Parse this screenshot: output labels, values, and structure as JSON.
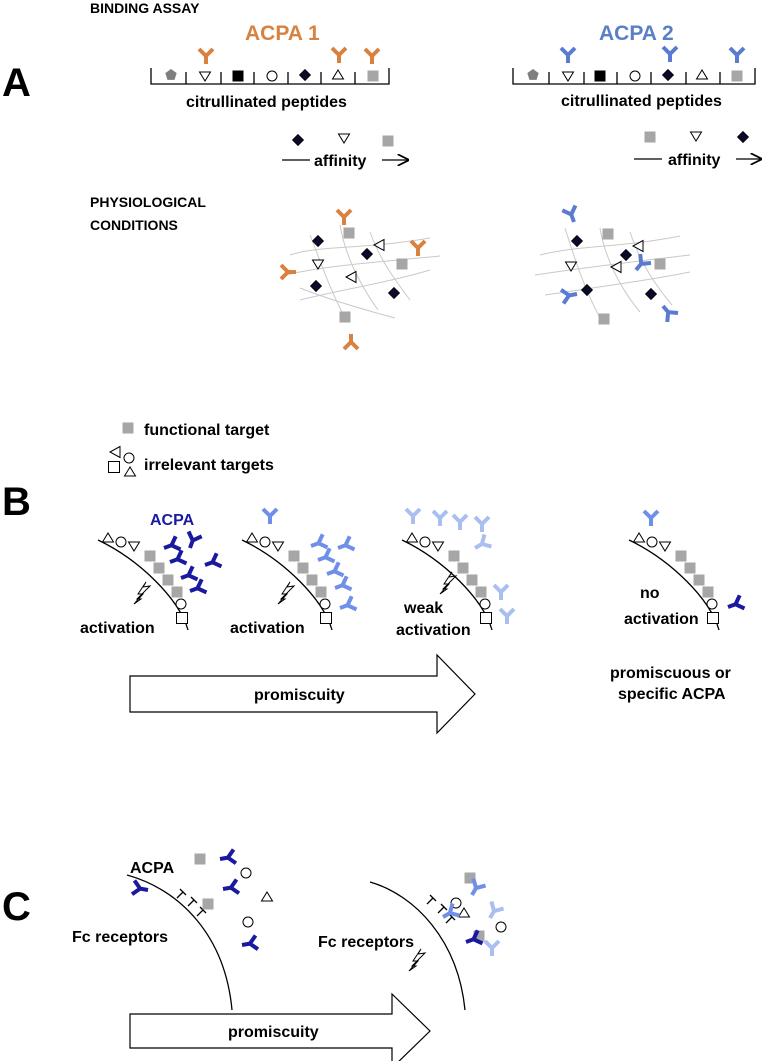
{
  "panel_a": {
    "letter": "A",
    "heading": "BINDING ASSAY",
    "acpa1": {
      "title": "ACPA 1",
      "peptides_label": "citrullinated peptides",
      "affinity_label": "affinity"
    },
    "acpa2": {
      "title": "ACPA 2",
      "peptides_label": "citrullinated peptides",
      "affinity_label": "affinity"
    },
    "physio_line1": "PHYSIOLOGICAL",
    "physio_line2": "CONDITIONS"
  },
  "panel_b": {
    "letter": "B",
    "legend": {
      "functional": "functional target",
      "irrelevant": "irrelevant targets"
    },
    "acpa_label": "ACPA",
    "cells": [
      {
        "line1": "activation",
        "line2": ""
      },
      {
        "line1": "activation",
        "line2": ""
      },
      {
        "line1": "weak",
        "line2": "activation"
      },
      {
        "line1": "no",
        "line2": "activation"
      }
    ],
    "note_line1": "promiscuous or",
    "note_line2": "specific ACPA",
    "arrow_label": "promiscuity"
  },
  "panel_c": {
    "letter": "C",
    "acpa_label": "ACPA",
    "fc_left": "Fc receptors",
    "fc_right": "Fc receptors",
    "arrow_label": "promiscuity"
  },
  "colors": {
    "orange": "#d9823f",
    "blue_mid": "#5a7bd0",
    "blue_dark": "#1a1aa0",
    "blue_medium": "#6f8fe8",
    "blue_light": "#a9bff0",
    "grey": "#a6a6a6",
    "acpa2_title": "#5b7fc7"
  }
}
